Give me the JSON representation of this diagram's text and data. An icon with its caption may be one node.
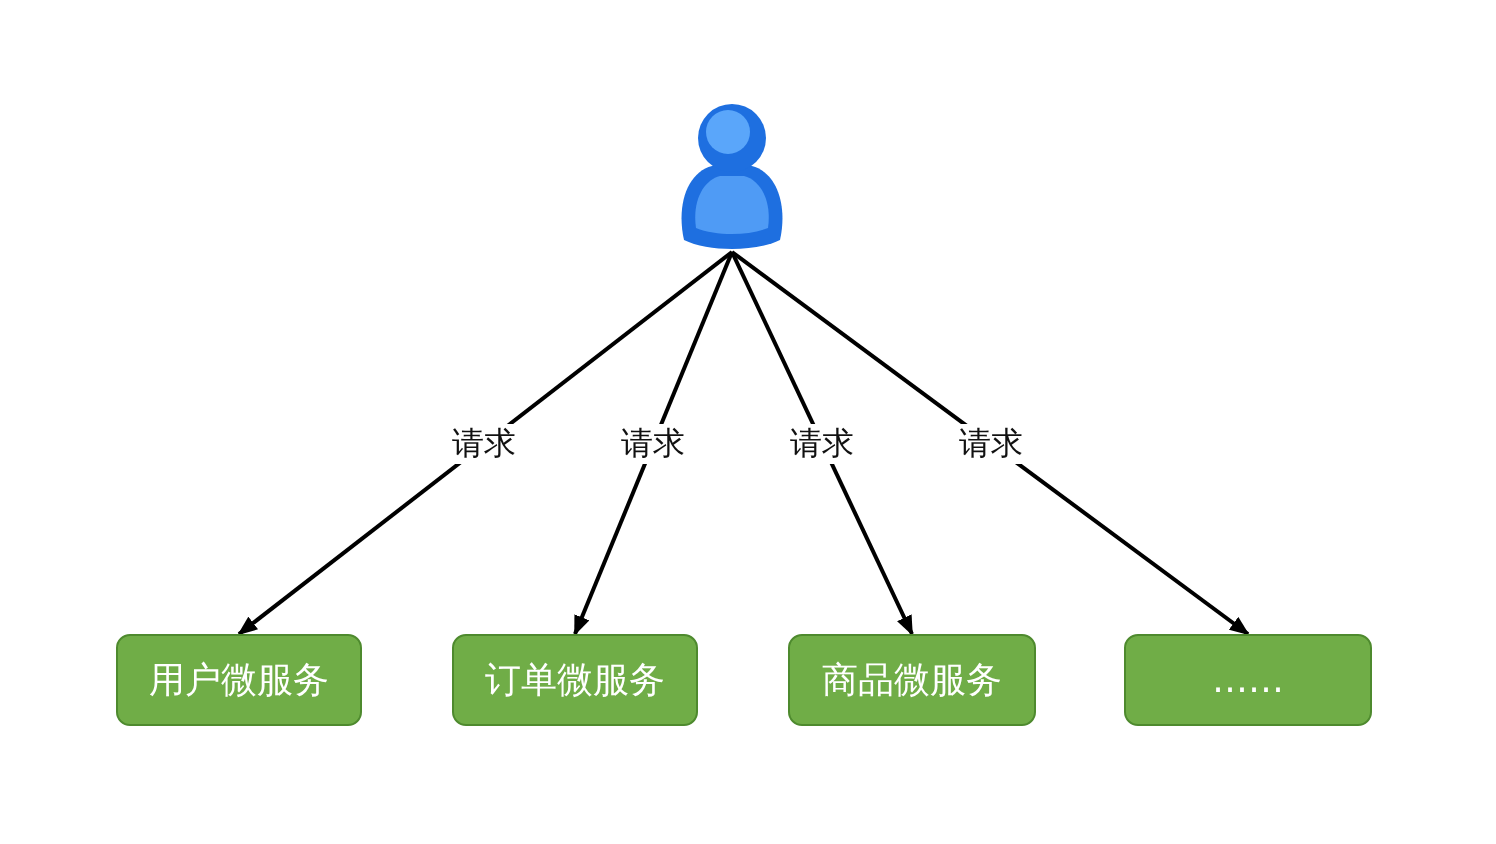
{
  "diagram": {
    "nodes": [
      {
        "text": [],
        "shape": "person"
      },
      {
        "text": [
          "用户微服务"
        ]
      },
      {
        "text": [
          "订单微服务"
        ]
      },
      {
        "text": [
          "商品微服务"
        ]
      },
      {
        "text": [
          "……"
        ]
      }
    ],
    "edges": [
      {
        "from": 0,
        "to": 1,
        "arrow": "to",
        "label": "请求"
      },
      {
        "from": 0,
        "to": 2,
        "arrow": "to",
        "label": "请求"
      },
      {
        "from": 0,
        "to": 3,
        "arrow": "to",
        "label": "请求"
      },
      {
        "from": 0,
        "to": 4,
        "arrow": "to",
        "label": "请求"
      }
    ]
  }
}
